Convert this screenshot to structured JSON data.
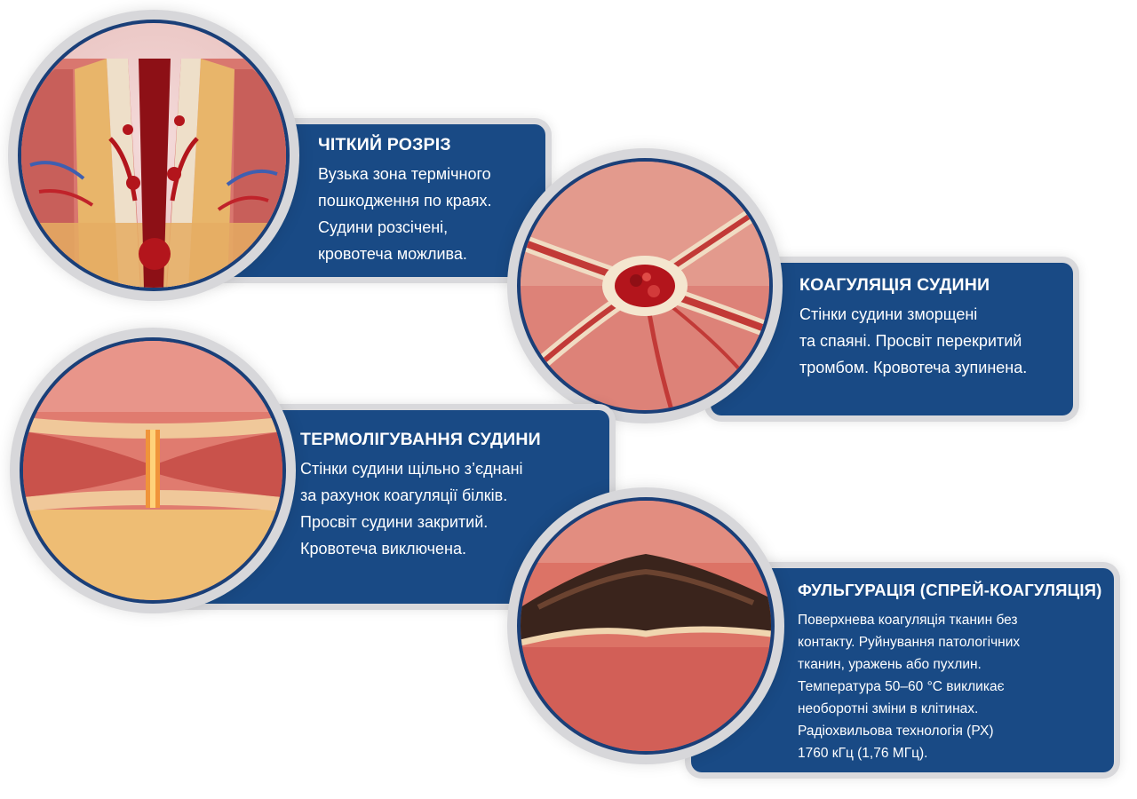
{
  "panels": [
    {
      "title": "ЧІТКИЙ РОЗРІЗ",
      "text": "Вузька зона термічного\nпошкодження по краях.\nСудини розсічені,\nкровотеча можлива.",
      "illustration": "incision-cross-section"
    },
    {
      "title": "КОАГУЛЯЦІЯ СУДИНИ",
      "text": "Стінки судини зморщені\nта спаяні. Просвіт перекритий\nтромбом. Кровотеча зупинена.",
      "illustration": "coagulated-vessel"
    },
    {
      "title": "ТЕРМОЛІГУВАННЯ СУДИНИ",
      "text": "Стінки судини щільно з’єднані\nза рахунок коагуляції білків.\nПросвіт судини закритий.\nКровотеча виключена.",
      "illustration": "thermo-ligated-vessel"
    },
    {
      "title": "ФУЛЬГУРАЦІЯ (СПРЕЙ-КОАГУЛЯЦІЯ)",
      "text": "Поверхнева коагуляція тканин без\nконтакту. Руйнування патологічних\nтканин, уражень або пухлин.\nТемпература 50–60 °С викликає\nнеоборотні зміни в клітинах.\nРадіохвильова технологія (РХ)\n1760 кГц (1,76 МГц).",
      "illustration": "fulguration-surface"
    }
  ],
  "colors": {
    "panel_background": "#194a85",
    "panel_border": "#d9d9dc",
    "text": "#ffffff",
    "tissue": "#d9776f",
    "fat": "#e8b56a",
    "blood": "#b3151c",
    "char": "#3a241c"
  }
}
